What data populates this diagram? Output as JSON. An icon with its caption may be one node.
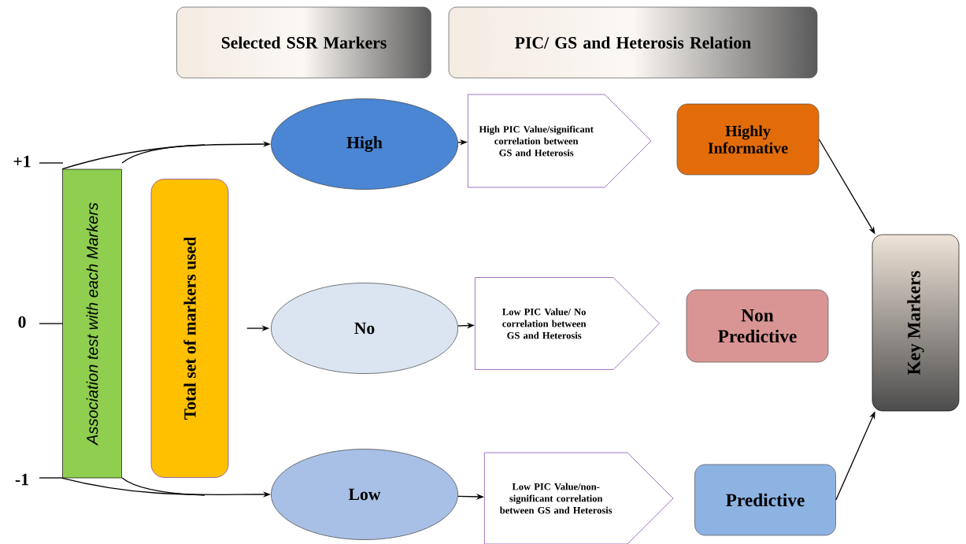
{
  "diagram": {
    "nodes": [
      {
        "text": [
          "Selected SSR Markers"
        ]
      },
      {
        "text": [
          "PIC/ GS and Heterosis Relation"
        ]
      },
      {
        "text": [
          "Association test with each Markers"
        ]
      },
      {
        "text": [
          "Total set of markers used"
        ]
      },
      {
        "text": [
          "High"
        ]
      },
      {
        "text": [
          "No"
        ]
      },
      {
        "text": [
          "Low"
        ]
      },
      {
        "text": [
          "High PIC Value/significant correlation between GS and Heterosis"
        ]
      },
      {
        "text": [
          "Low PIC Value/ No correlation between GS and Heterosis"
        ]
      },
      {
        "text": [
          "Low PIC Value/non-significant correlation between GS and Heterosis"
        ]
      },
      {
        "text": [
          "Highly Informative"
        ]
      },
      {
        "text": [
          "Non Predictive"
        ]
      },
      {
        "text": [
          "Predictive"
        ]
      },
      {
        "text": [
          "Key Markers"
        ]
      }
    ],
    "edges": [
      {
        "from": 2,
        "to": 4,
        "arrow": "to"
      },
      {
        "from": 2,
        "to": 6,
        "arrow": "to"
      },
      {
        "from": 3,
        "to": 5,
        "arrow": "to"
      },
      {
        "from": 4,
        "to": 7,
        "arrow": "to"
      },
      {
        "from": 5,
        "to": 8,
        "arrow": "to"
      },
      {
        "from": 6,
        "to": 9,
        "arrow": "to"
      },
      {
        "from": 10,
        "to": 13,
        "arrow": "to"
      },
      {
        "from": 12,
        "to": 13,
        "arrow": "to"
      }
    ],
    "labels": [
      "+1",
      "0",
      "-1"
    ]
  }
}
